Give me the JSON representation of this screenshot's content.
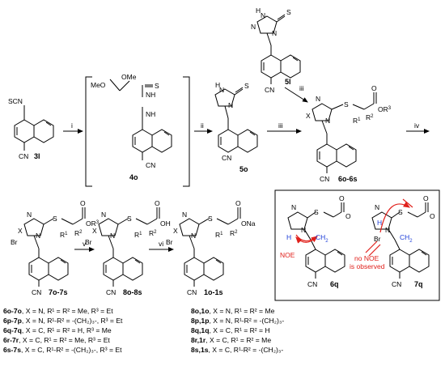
{
  "reagent_steps": [
    "i",
    "ii",
    "iii",
    "iii",
    "iv",
    "v",
    "vi"
  ],
  "compounds": {
    "c3l": "3l",
    "c4o": "4o",
    "c5o": "5o",
    "c5l": "5l",
    "c6": "6o-6s",
    "c7": "7o-7s",
    "c8": "8o-8s",
    "c1": "1o-1s",
    "c6q": "6q",
    "c7q": "7q"
  },
  "atoms": {
    "scn": "SCN",
    "cn": "CN",
    "meo": "MeO",
    "ome": "OMe",
    "nh": "NH",
    "hn": "HN",
    "h": "H",
    "s": "S",
    "n": "N",
    "o": "O",
    "x": "X",
    "br": "Br",
    "or3": "OR",
    "r3": "3",
    "r1": "R",
    "r2": "R",
    "sup1": "1",
    "sup2": "2",
    "oh": "OH",
    "ona": "ONa",
    "ch2": "CH",
    "sub2": "2"
  },
  "annotations": {
    "noe": "NOE",
    "no_noe_line1": "no NOE",
    "no_noe_line2": "is observed"
  },
  "legend_rows": [
    {
      "left": {
        "cmpd": "6o-7o",
        "text": ", X = N, R¹ = R² = Me,        R³ = Et"
      },
      "right": {
        "cmpd": "8o,1o",
        "text": ", X = N, R¹ = R² = Me"
      }
    },
    {
      "left": {
        "cmpd": "6p-7p",
        "text": ", X = N, R¹-R² = -(CH₂)₃-,  R³ = Et"
      },
      "right": {
        "cmpd": "8p,1p",
        "text": ", X = N, R¹-R² = -(CH₂)₃-"
      }
    },
    {
      "left": {
        "cmpd": "6q-7q",
        "text": ", X = C, R¹ = R² = H,          R³ = Me"
      },
      "right": {
        "cmpd": "8q,1q",
        "text": ", X = C, R¹ = R² = H"
      }
    },
    {
      "left": {
        "cmpd": "6r-7r",
        "text": ",  X = C, R¹ = R² = Me,        R³ = Et"
      },
      "right": {
        "cmpd": "8r,1r",
        "text": ", X = C, R¹ = R² = Me"
      }
    },
    {
      "left": {
        "cmpd": "6s-7s",
        "text": ", X = C, R¹-R² = -(CH₂)₃-,  R³ = Et"
      },
      "right": {
        "cmpd": "8s,1s",
        "text": ", X = C, R¹-R² = -(CH₂)₃-"
      }
    }
  ],
  "colors": {
    "noe_red": "#e0201b",
    "hydrogen_blue": "#1e3fd8",
    "ink": "#000000"
  }
}
